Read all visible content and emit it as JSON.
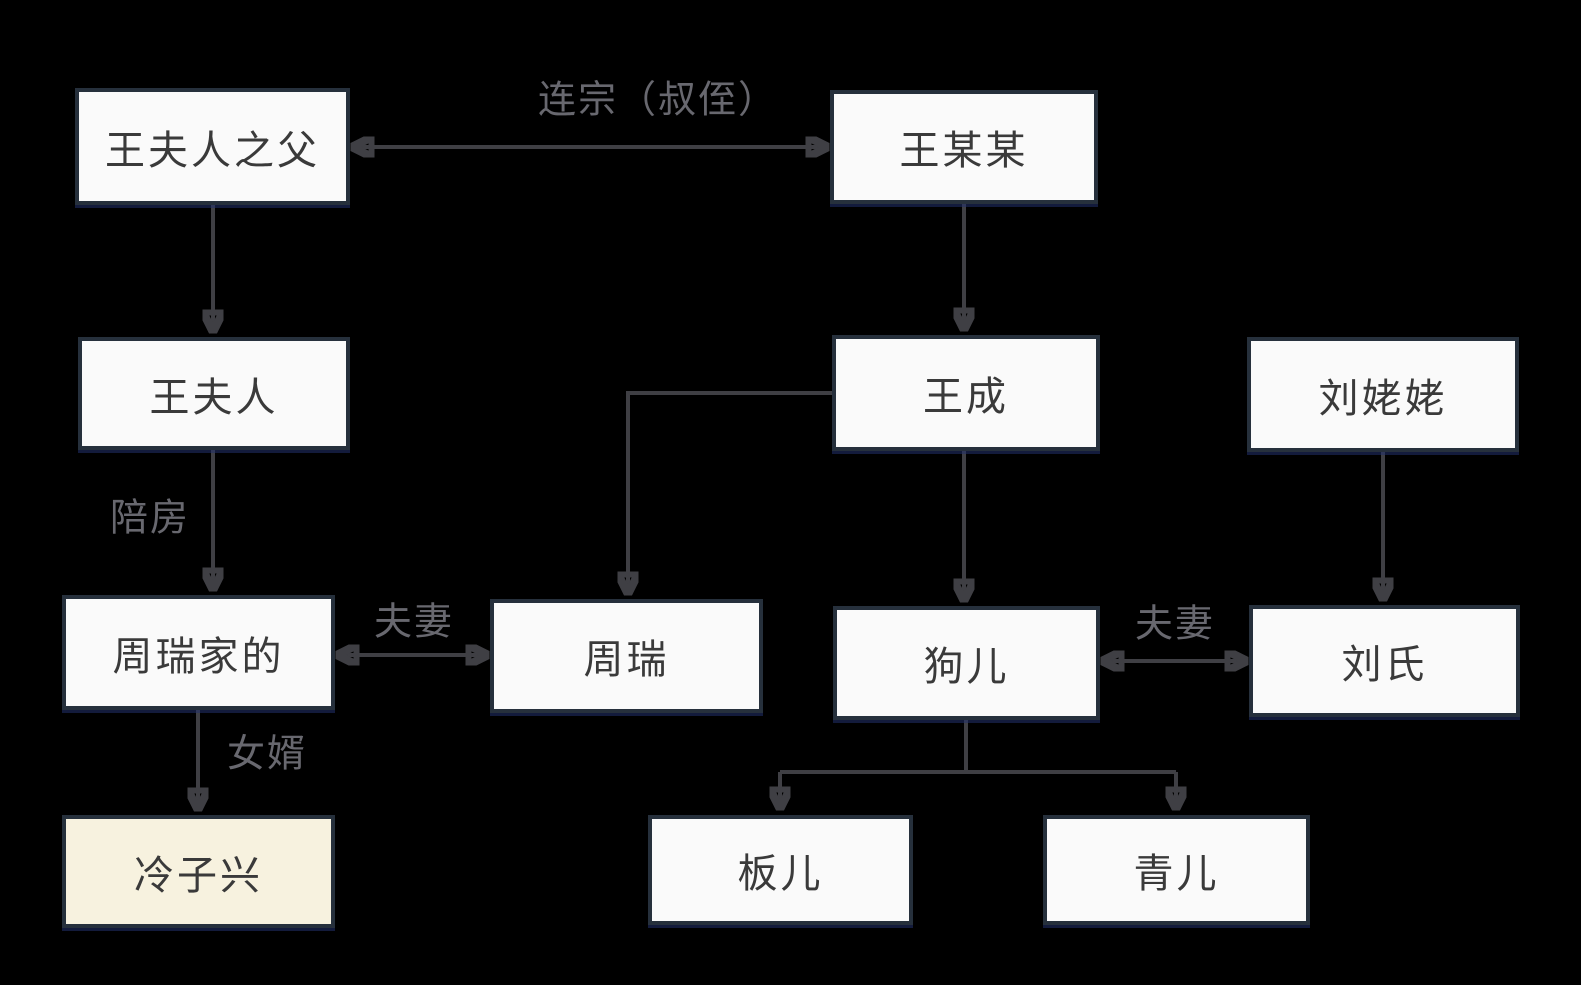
{
  "diagram": {
    "type": "family-relationship-flowchart",
    "nodes": {
      "wang_furen_father": {
        "label": "王夫人之父"
      },
      "wang_moumou": {
        "label": "王某某"
      },
      "wang_furen": {
        "label": "王夫人"
      },
      "wang_cheng": {
        "label": "王成"
      },
      "liu_laolao": {
        "label": "刘姥姥"
      },
      "zhourui_jiade": {
        "label": "周瑞家的"
      },
      "zhou_rui": {
        "label": "周瑞"
      },
      "gou_er": {
        "label": "狗儿"
      },
      "liu_shi": {
        "label": "刘氏"
      },
      "leng_zixing": {
        "label": "冷子兴",
        "highlighted": true
      },
      "ban_er": {
        "label": "板儿"
      },
      "qing_er": {
        "label": "青儿"
      }
    },
    "edge_labels": {
      "lianzong": "连宗（叔侄）",
      "peifang": "陪房",
      "fuqi_zhourui": "夫妻",
      "fuqi_gouer": "夫妻",
      "nvxu": "女婿"
    },
    "edges": [
      {
        "from": "王夫人之父",
        "to": "王某某",
        "label": "连宗（叔侄）",
        "direction": "both"
      },
      {
        "from": "王夫人之父",
        "to": "王夫人",
        "direction": "down"
      },
      {
        "from": "王某某",
        "to": "王成",
        "direction": "down"
      },
      {
        "from": "王夫人",
        "to": "周瑞家的",
        "label": "陪房",
        "direction": "down"
      },
      {
        "from": "王成",
        "to": "周瑞",
        "direction": "down"
      },
      {
        "from": "王成",
        "to": "狗儿",
        "direction": "down"
      },
      {
        "from": "刘姥姥",
        "to": "刘氏",
        "direction": "down"
      },
      {
        "from": "周瑞家的",
        "to": "周瑞",
        "label": "夫妻",
        "direction": "both"
      },
      {
        "from": "狗儿",
        "to": "刘氏",
        "label": "夫妻",
        "direction": "both"
      },
      {
        "from": "周瑞家的",
        "to": "冷子兴",
        "label": "女婿",
        "direction": "down"
      },
      {
        "from": "狗儿",
        "to": "板儿",
        "direction": "down"
      },
      {
        "from": "狗儿",
        "to": "青儿",
        "direction": "down"
      }
    ],
    "colors": {
      "bg": "#000000",
      "node_fill": "#fafafa",
      "node_border": "#26303c",
      "node_text": "#3a3a3a",
      "highlight_fill": "#f7f2df",
      "arrow": "#3f3f44",
      "edge_label": "#68686f"
    }
  }
}
